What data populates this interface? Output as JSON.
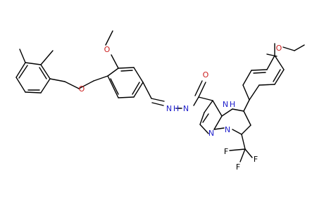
{
  "molecule": {
    "atom_labels": {
      "o_ether": "O",
      "o_methoxy_left": "O",
      "o_methoxy_right": "O",
      "o_carbonyl": "O",
      "n_hydrazone_1": "N",
      "n_hydrazone_2": "N",
      "h_hydrazone": "H",
      "nh_ring": "N",
      "h_ring": "H",
      "n_bridge": "N",
      "n_pyrazole": "N",
      "f_1": "F",
      "f_2": "F",
      "f_3": "F"
    },
    "colors": {
      "bond": "#000000",
      "nitrogen": "#1f1fcc",
      "oxygen": "#cc1f1f",
      "fluorine": "#000000"
    }
  }
}
